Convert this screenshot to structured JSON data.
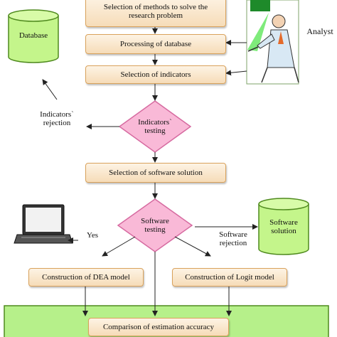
{
  "steps": {
    "methods": "Selection of methods to solve the research problem",
    "processing": "Processing of database",
    "indicators": "Selection of indicators",
    "software": "Selection of software solution",
    "dea": "Construction of DEA model",
    "logit": "Construction of Logit model",
    "comparison": "Comparison of estimation accuracy"
  },
  "decisions": {
    "indicators_testing": "Indicators` testing",
    "software_testing": "Software testing"
  },
  "labels": {
    "database": "Database",
    "analyst": "Analyst",
    "indicators_rejection": "Indicators` rejection",
    "software_solution": "Software solution",
    "software_rejection": "Software rejection",
    "yes": "Yes"
  },
  "colors": {
    "process_fill": "#f6dcb8",
    "process_border": "#d9a25b",
    "decision_fill": "#f9b9d7",
    "decision_border": "#d66aa0",
    "database_fill": "#c4f58b",
    "database_border": "#4f8a1e",
    "bottom_panel": "#b6f08a"
  }
}
